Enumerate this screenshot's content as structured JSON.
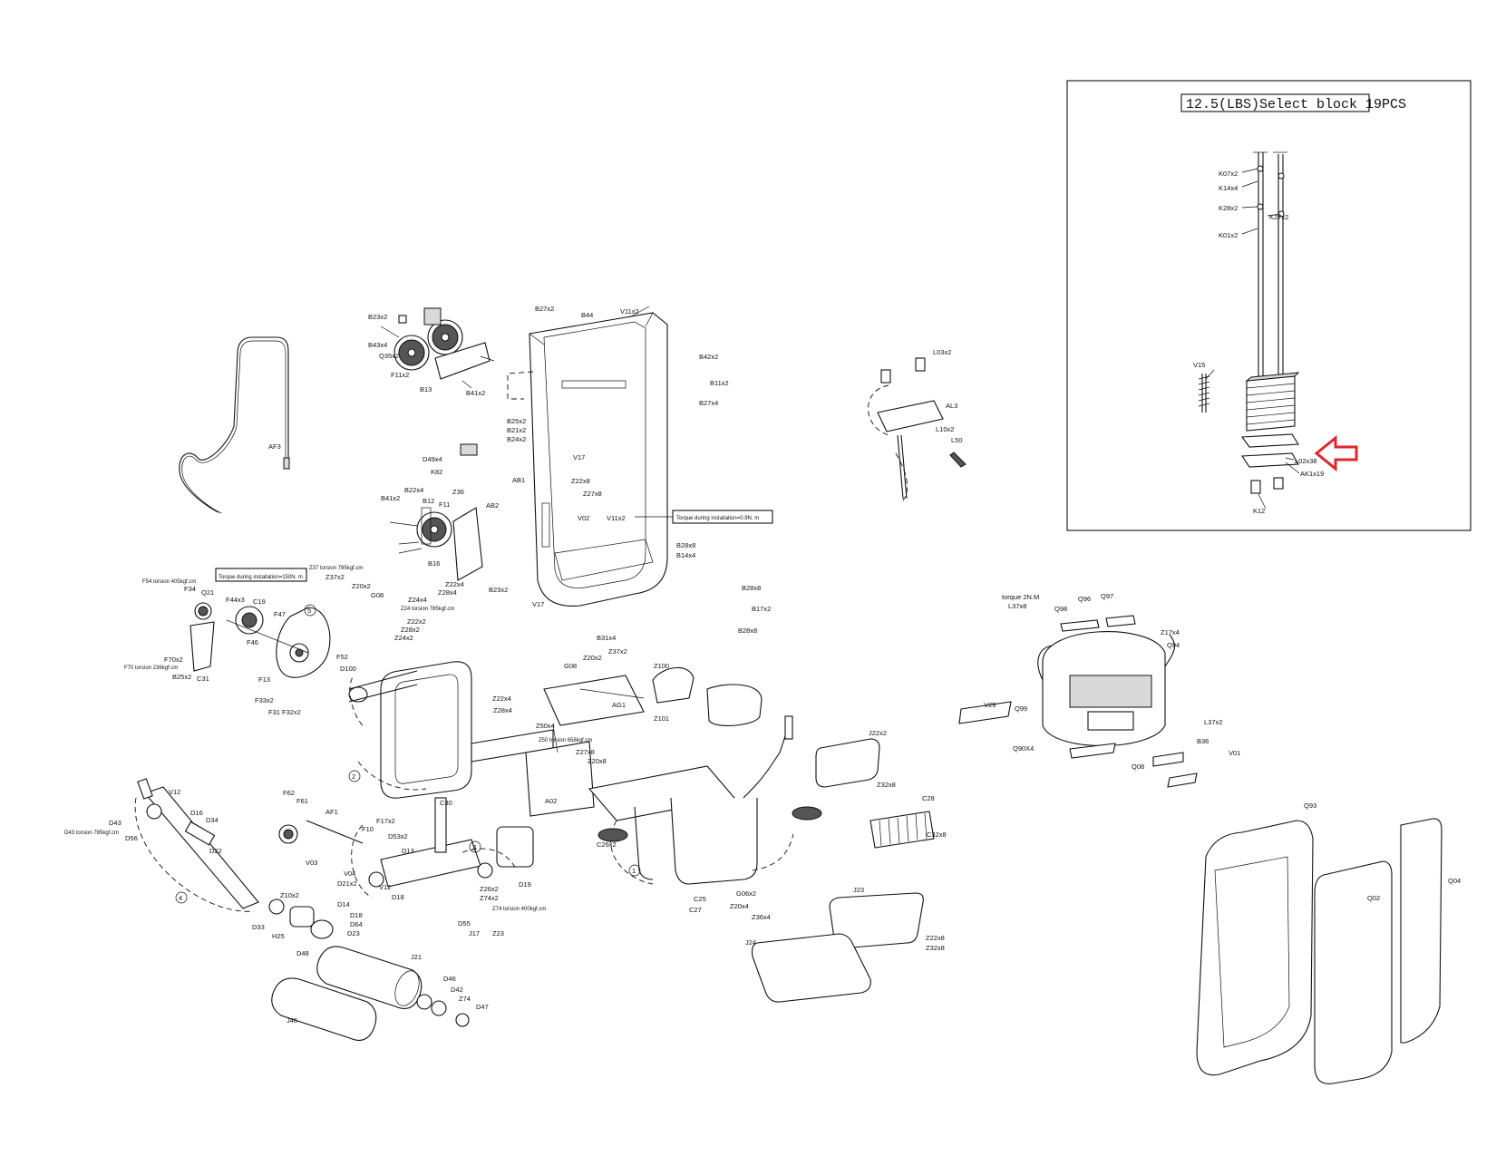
{
  "inset": {
    "title": "12.5(LBS)Select block 19PCS",
    "labels": [
      "K07x2",
      "K14x4",
      "K28x2",
      "K27x2",
      "K01x2",
      "V15",
      "L02x38",
      "AK1x19",
      "K12"
    ],
    "arrow_color": "#e0262b"
  },
  "labels": {
    "af3": "AF3",
    "b23": "B23x2",
    "b43": "B43x4",
    "q35": "Q35x2",
    "f11x2": "F11x2",
    "b13": "B13",
    "b41a": "B41x2",
    "b27": "B27x2",
    "b44": "B44",
    "v11a": "V11x2",
    "b42": "B42x2",
    "b11": "B11x2",
    "b27x4": "B27x4",
    "b25": "B25x2",
    "b21": "B21x2",
    "b24": "B24x2",
    "v17a": "V17",
    "ab1": "AB1",
    "d49": "D49x4",
    "k82": "K82",
    "z22a": "Z22x8",
    "z27a": "Z27x8",
    "v02": "V02",
    "v11b": "V11x2",
    "torque_right": "Torque during installation=0.9N. m",
    "b28a": "B28x8",
    "b14": "B14x4",
    "v17b": "V17",
    "b41b": "B41x2",
    "b22": "B22x4",
    "b12": "B12",
    "f11": "F11",
    "z36": "Z36",
    "ab2": "AB2",
    "b16": "B16",
    "b23b": "B23x2",
    "l03": "L03x2",
    "al3": "AL3",
    "l10": "L10x2",
    "l50": "L50",
    "f54": "F54 torsion  405kgf.cm",
    "torque_left": "Torque during installation=150N. m",
    "z37a": "Z37 torsion  785kgf.cm",
    "z37b": "Z37x2",
    "z20a": "Z20x2",
    "g08a": "G08",
    "q21": "Q21",
    "f34": "F34",
    "f44": "F44x3",
    "c19": "C19",
    "f47": "F47",
    "f46": "F46",
    "z22b": "Z22x4",
    "z28a": "Z28x4",
    "z24a": "Z24x4",
    "z24t": "Z24 torsion  785kgf.cm",
    "z22c": "Z22x2",
    "z28b": "Z28x2",
    "z24b": "Z24x2",
    "f70x2": "F70x2",
    "f70t": "F70 torsion 236kgf.cm",
    "b25b": "B25x2",
    "c31": "C31",
    "f13": "F13",
    "f52": "F52",
    "d100": "D100",
    "f33": "F33x2",
    "f31": "F31",
    "f32": "F32x2",
    "b28b": "B28x8",
    "b17": "B17x2",
    "b28c": "B28x8",
    "b31": "B31x4",
    "g08b": "G08",
    "z20b": "Z20x2",
    "z37c": "Z37x2",
    "z100": "Z100",
    "z22d": "Z22x4",
    "z28c": "Z28x4",
    "ag1": "AG1",
    "z101": "Z101",
    "z50": "Z50x4",
    "z50t": "Z50 torsion  658kgf.cm",
    "z27": "Z27x8",
    "z20c": "Z20x8",
    "a02": "A02",
    "j22": "J22x2",
    "z32a": "Z32x8",
    "c28": "C28",
    "c32": "C32x8",
    "c26": "C26x2",
    "c30": "C30",
    "c25": "C25",
    "c27": "C27",
    "g06": "G06x2",
    "z20d": "Z20x4",
    "z36x4": "Z36x4",
    "f62": "F62",
    "f61": "F61",
    "af1": "AF1",
    "f10": "F10",
    "f17": "F17x2",
    "d53": "D53x2",
    "v03": "V03",
    "d13": "D13",
    "v04": "V04",
    "d21": "D21x2",
    "v12b": "V12",
    "d18a": "D18",
    "d14": "D14",
    "d18b": "D18",
    "d64": "D64",
    "d23": "D23",
    "z26": "Z26x2",
    "z74a": "Z74x2",
    "z74t": "Z74 torsion  400kgf.cm",
    "d55": "D55",
    "j17": "J17",
    "z23": "Z23",
    "d19": "D19",
    "v12a": "V12",
    "d16": "D16",
    "d34": "D34",
    "d43": "D43",
    "d43t": "D43 torsion 785kgf.cm",
    "d56": "D56",
    "d22": "D22",
    "z10": "Z10x2",
    "d33": "D33",
    "h25": "H25",
    "d48": "D48",
    "j21": "J21",
    "d46": "D46",
    "d42": "D42",
    "z74b": "Z74",
    "d47": "D47",
    "j46": "J46",
    "j23": "J23",
    "z22e": "Z22x8",
    "z32b": "Z32x8",
    "j24": "J24",
    "torque2": "torque 2N.M",
    "l37a": "L37x8",
    "q98": "Q98",
    "q96": "Q96",
    "q97": "Q97",
    "z17": "Z17x4",
    "q94": "Q94",
    "v29": "V29",
    "q99": "Q99",
    "q90": "Q90X4",
    "l37b": "L37x2",
    "b36": "B36",
    "v01": "V01",
    "q08": "Q08",
    "q93": "Q93",
    "q02": "Q02",
    "q04": "Q04",
    "c1": "1",
    "c2": "2",
    "c3": "3",
    "c4": "4",
    "c5": "5"
  }
}
